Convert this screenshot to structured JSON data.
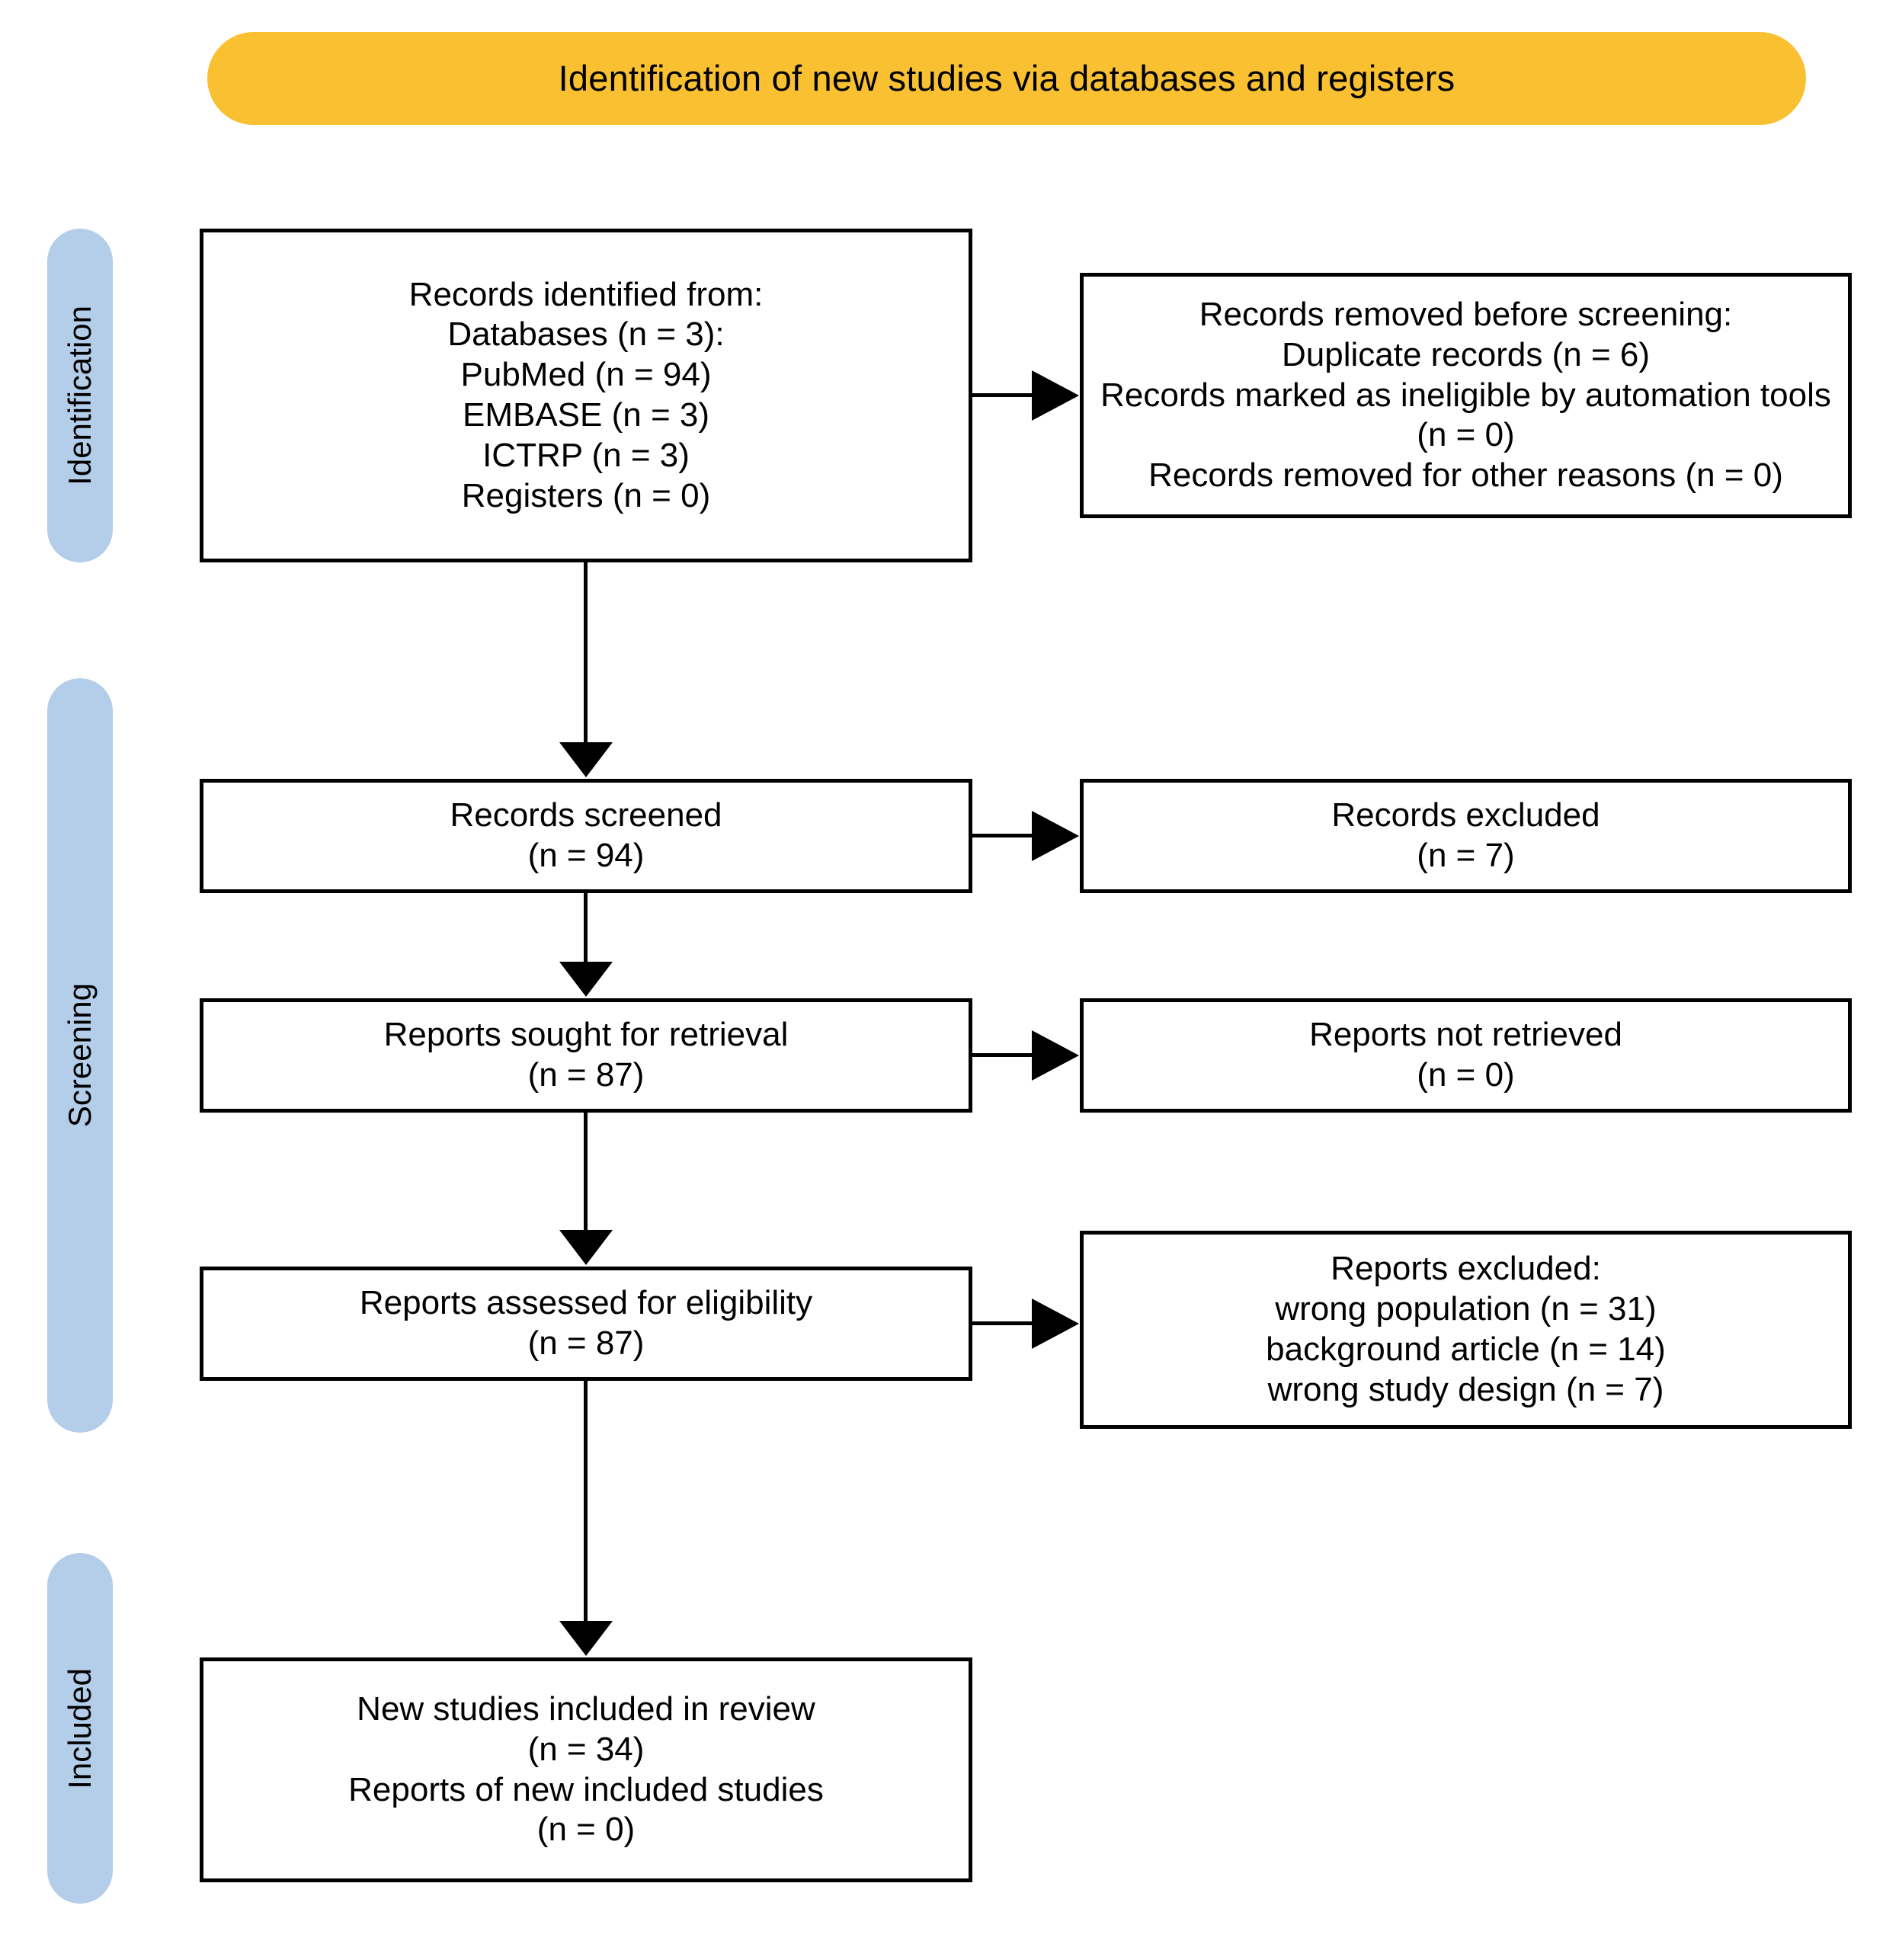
{
  "colors": {
    "banner_bg": "#F9C132",
    "stage_pill_bg": "#B4CDE9",
    "box_border": "#000000",
    "text": "#000000"
  },
  "header": {
    "title": "Identification of new studies via databases and registers"
  },
  "stages": [
    {
      "key": "identification",
      "label": "Identification"
    },
    {
      "key": "screening",
      "label": "Screening"
    },
    {
      "key": "included",
      "label": "Included"
    }
  ],
  "boxes": {
    "identified": {
      "name": "records-identified",
      "lines": [
        "Records identified from:",
        "Databases (n = 3):",
        "PubMed (n =  94)",
        "EMBASE (n =  3)",
        "ICTRP (n =  3)",
        "Registers (n = 0)"
      ]
    },
    "removed": {
      "name": "records-removed-before-screening",
      "lines": [
        "Records removed before screening:",
        "Duplicate records (n = 6)",
        "Records marked as ineligible by automation tools (n = 0)",
        "Records removed for other reasons (n = 0)"
      ]
    },
    "screened": {
      "name": "records-screened",
      "lines": [
        "Records screened",
        "(n = 94)"
      ]
    },
    "excluded": {
      "name": "records-excluded",
      "lines": [
        "Records excluded",
        "(n = 7)"
      ]
    },
    "sought": {
      "name": "reports-sought-for-retrieval",
      "lines": [
        "Reports sought for retrieval",
        "(n = 87)"
      ]
    },
    "not_retrieved": {
      "name": "reports-not-retrieved",
      "lines": [
        "Reports not retrieved",
        "(n = 0)"
      ]
    },
    "assessed": {
      "name": "reports-assessed-for-eligibility",
      "lines": [
        "Reports assessed for eligibility",
        "(n = 87)"
      ]
    },
    "reports_excluded": {
      "name": "reports-excluded-reasons",
      "lines": [
        "Reports excluded:",
        "wrong population (n =  31)",
        "background article (n =  14)",
        "wrong study design (n =  7)"
      ]
    },
    "included": {
      "name": "new-studies-included",
      "lines": [
        "New studies included in review",
        "(n = 34)",
        "Reports of new included studies",
        "(n = 0)"
      ]
    }
  },
  "chart_data": {
    "type": "diagram",
    "title": "PRISMA 2020 flow diagram for new systematic reviews",
    "phase_labels": [
      "Identification",
      "Screening",
      "Included"
    ],
    "nodes": [
      {
        "id": "identified",
        "phase": "Identification",
        "column": "left",
        "label": "Records identified from",
        "counts": {
          "databases": 3,
          "PubMed": 94,
          "EMBASE": 3,
          "ICTRP": 3,
          "registers": 0
        }
      },
      {
        "id": "removed",
        "phase": "Identification",
        "column": "right",
        "label": "Records removed before screening",
        "counts": {
          "duplicate_records": 6,
          "ineligible_by_automation_tools": 0,
          "removed_other_reasons": 0
        }
      },
      {
        "id": "screened",
        "phase": "Screening",
        "column": "left",
        "label": "Records screened",
        "counts": {
          "n": 94
        }
      },
      {
        "id": "excluded",
        "phase": "Screening",
        "column": "right",
        "label": "Records excluded",
        "counts": {
          "n": 7
        }
      },
      {
        "id": "sought",
        "phase": "Screening",
        "column": "left",
        "label": "Reports sought for retrieval",
        "counts": {
          "n": 87
        }
      },
      {
        "id": "not_retrieved",
        "phase": "Screening",
        "column": "right",
        "label": "Reports not retrieved",
        "counts": {
          "n": 0
        }
      },
      {
        "id": "assessed",
        "phase": "Screening",
        "column": "left",
        "label": "Reports assessed for eligibility",
        "counts": {
          "n": 87
        }
      },
      {
        "id": "reports_excluded",
        "phase": "Screening",
        "column": "right",
        "label": "Reports excluded",
        "counts": {
          "wrong_population": 31,
          "background_article": 14,
          "wrong_study_design": 7
        }
      },
      {
        "id": "included",
        "phase": "Included",
        "column": "left",
        "label": "New studies included in review",
        "counts": {
          "new_studies": 34,
          "reports_of_new_included_studies": 0
        }
      }
    ],
    "edges": [
      {
        "from": "identified",
        "to": "removed",
        "direction": "right"
      },
      {
        "from": "identified",
        "to": "screened",
        "direction": "down"
      },
      {
        "from": "screened",
        "to": "excluded",
        "direction": "right"
      },
      {
        "from": "screened",
        "to": "sought",
        "direction": "down"
      },
      {
        "from": "sought",
        "to": "not_retrieved",
        "direction": "right"
      },
      {
        "from": "sought",
        "to": "assessed",
        "direction": "down"
      },
      {
        "from": "assessed",
        "to": "reports_excluded",
        "direction": "right"
      },
      {
        "from": "assessed",
        "to": "included",
        "direction": "down"
      }
    ]
  }
}
